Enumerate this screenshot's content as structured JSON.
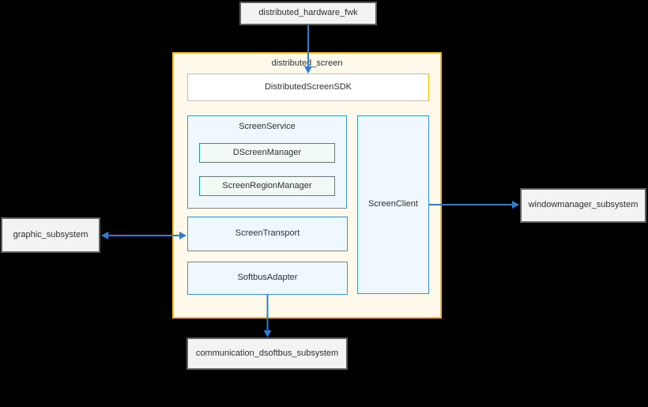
{
  "diagram": {
    "container": {
      "title": "distributed_screen"
    },
    "nodes": {
      "hardware_fwk": {
        "label": "distributed_hardware_fwk"
      },
      "sdk": {
        "label": "DistributedScreenSDK"
      },
      "screen_service": {
        "label": "ScreenService"
      },
      "dscreen_manager": {
        "label": "DScreenManager"
      },
      "screen_region_manager": {
        "label": "ScreenRegionManager"
      },
      "screen_client": {
        "label": "ScreenClient"
      },
      "screen_transport": {
        "label": "ScreenTransport"
      },
      "softbus_adapter": {
        "label": "SoftbusAdapter"
      },
      "graphic_subsystem": {
        "label": "graphic_subsystem"
      },
      "windowmanager_subsystem": {
        "label": "windowmanager_subsystem"
      },
      "communication_subsystem": {
        "label": "communication_dsoftbus_subsystem"
      }
    },
    "edges": [
      {
        "from": "distributed_hardware_fwk",
        "to": "DistributedScreenSDK",
        "style": "arrow-down"
      },
      {
        "from": "graphic_subsystem",
        "to": "ScreenTransport",
        "style": "double-arrow-horizontal"
      },
      {
        "from": "ScreenClient",
        "to": "windowmanager_subsystem",
        "style": "arrow-right"
      },
      {
        "from": "SoftbusAdapter",
        "to": "communication_dsoftbus_subsystem",
        "style": "arrow-down"
      }
    ],
    "colors": {
      "background": "#000000",
      "container_fill": "#FEF9EB",
      "container_border": "#FFC000",
      "blue_fill": "#EFF8FD",
      "blue_border": "#3E97D3",
      "green_fill": "#F2FAF6",
      "green_border": "#19A07E",
      "gray_fill": "#F3F3F3",
      "gray_border": "#5E5E5E",
      "arrow": "#2D7DD2",
      "text": "#2F2F2F"
    }
  }
}
